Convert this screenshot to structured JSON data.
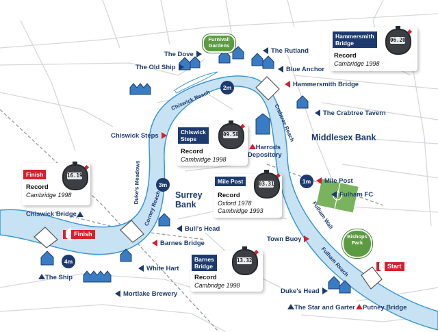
{
  "colors": {
    "river": "#c6e2f3",
    "river_edge": "#3b97d3",
    "navy": "#1c3a6e",
    "accent_red": "#d6202c",
    "park_green": "#5d9b42"
  },
  "banks": {
    "surrey": "Surrey\nBank",
    "middlesex": "Middlesex Bank"
  },
  "mile_markers": [
    "1m",
    "2m",
    "3m",
    "4m"
  ],
  "reaches": {
    "chiswick_reach": "Chiswick Reach",
    "crabtree_reach": "Crabtree Reach",
    "dukes_meadows": "Duke's Meadows",
    "corney_reach": "Corney Reach",
    "fulham_wall": "Fulham Wall",
    "fulham_reach": "Fulham Reach"
  },
  "landmarks": {
    "the_dove": "The Dove",
    "the_old_ship": "The Old Ship",
    "the_rutland": "The Rutland",
    "blue_anchor": "Blue Anchor",
    "hammersmith_bridge": "Hammersmith Bridge",
    "the_crabtree_tavern": "The Crabtree Tavern",
    "chiswick_steps": "Chiswick Steps",
    "harrods_depository": "Harrods\nDepository",
    "mile_post": "Mile Post",
    "fulham_fc": "Fulham FC",
    "chiswick_bridge": "Chiswick Bridge",
    "bulls_head": "Bull's Head",
    "barnes_bridge": "Barnes Bridge",
    "town_buoy": "Town Buoy",
    "white_hart": "White Hart",
    "the_ship": "The Ship",
    "mortlake_brewery": "Mortlake Brewery",
    "dukes_head": "Duke's Head",
    "the_star_and_garter": "The Star and Garter",
    "putney_bridge": "Putney Bridge"
  },
  "parks": {
    "furnivall": "Furnivall\nGardens",
    "bishops": "Bishops\nPark"
  },
  "flags": {
    "finish": "Finish",
    "start": "Start"
  },
  "record_cards": [
    {
      "title": "Hammersmith\nBridge",
      "time": "06.20",
      "record_label": "Record",
      "record_values": "Cambridge 1998"
    },
    {
      "title": "Chiswick\nSteps",
      "time": "09.58",
      "record_label": "Record",
      "record_values": "Cambridge 1998"
    },
    {
      "title": "Mile Post",
      "time": "03.31",
      "record_label": "Record",
      "record_values": "Oxford 1978\nCambridge 1993"
    },
    {
      "title": "Finish",
      "time": "16.19",
      "record_label": "Record",
      "record_values": "Cambridge 1998"
    },
    {
      "title": "Barnes\nBridge",
      "time": "13.32",
      "record_label": "Record",
      "record_values": "Cambridge 1998"
    }
  ]
}
